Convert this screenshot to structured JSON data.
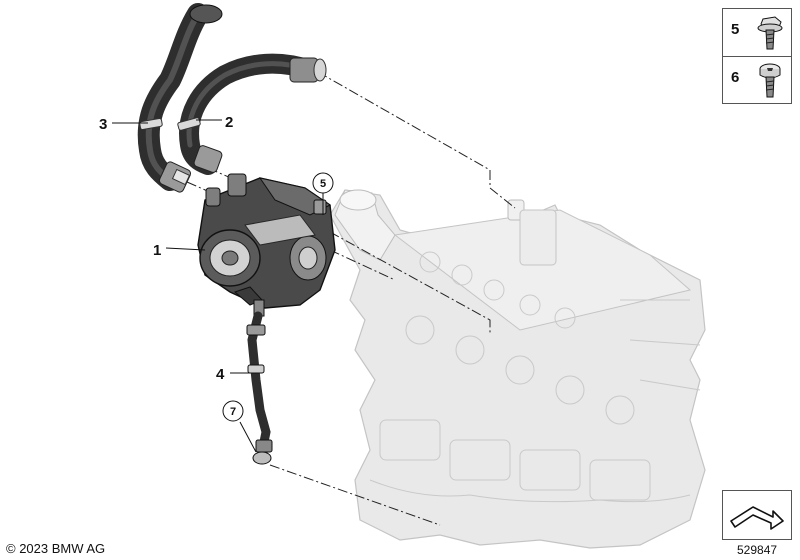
{
  "callouts": {
    "c1": "1",
    "c2": "2",
    "c3": "3",
    "c4": "4",
    "c5": "5",
    "c7": "7"
  },
  "legend": {
    "items": [
      {
        "number": "5",
        "icon": "flanged-hex-bolt-icon"
      },
      {
        "number": "6",
        "icon": "torx-bolt-icon"
      }
    ]
  },
  "footer": {
    "copyright": "© 2023 BMW AG",
    "diagram_id": "529847"
  },
  "colors": {
    "engine_fill": "#e9e9e9",
    "engine_stroke": "#c4c4c4",
    "hose_fill": "#3a3a3a",
    "pump_fill": "#4a4a4a",
    "line": "#222222"
  }
}
